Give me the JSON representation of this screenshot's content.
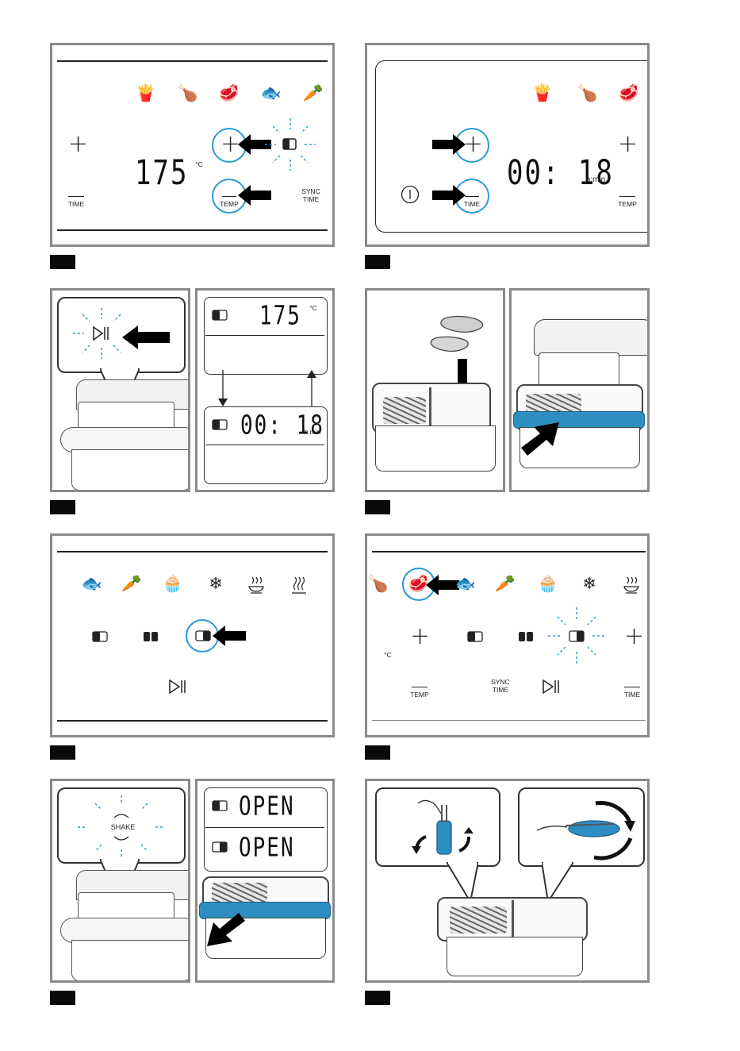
{
  "colors": {
    "frame": "#8a8a8a",
    "blink": "#2a9bd4",
    "accent_band": "#2d8fc1",
    "tag": "#0a0a0a"
  },
  "panel1": {
    "temp": "175",
    "temp_unit": "°C",
    "plus": "+",
    "time_label": "TIME",
    "temp_label": "TEMP",
    "sync_label": "SYNC\nTIME"
  },
  "panel2": {
    "time": "00: 18",
    "time_unit": "h:min",
    "plus": "+",
    "time_label": "TIME",
    "temp_label": "TEMP"
  },
  "panel3": {
    "top_temp": "175",
    "top_unit": "°C",
    "bottom_time": "00: 18",
    "bottom_unit": "h:min"
  },
  "panel5": {
    "play": "▷II"
  },
  "panel6": {
    "temp_unit": "°C",
    "temp_label": "TEMP",
    "time_label": "TIME",
    "sync_label": "SYNC\nTIME",
    "play": "▷II",
    "plus": "+"
  },
  "panel7": {
    "shake": "SHAKE",
    "open_top": "OPEN",
    "open_bottom": "OPEN"
  },
  "icons": {
    "row1": [
      "fries-icon",
      "drumstick-icon",
      "steak-icon",
      "fish-icon",
      "vegetables-icon"
    ],
    "row5": [
      "fish-icon",
      "vegetables-icon",
      "muffin-icon",
      "defrost-icon",
      "keep-warm-icon",
      "steam-icon"
    ],
    "row6": [
      "drumstick-icon",
      "steak-icon",
      "fish-icon",
      "vegetables-icon",
      "muffin-icon",
      "defrost-icon",
      "keep-warm-icon"
    ]
  }
}
